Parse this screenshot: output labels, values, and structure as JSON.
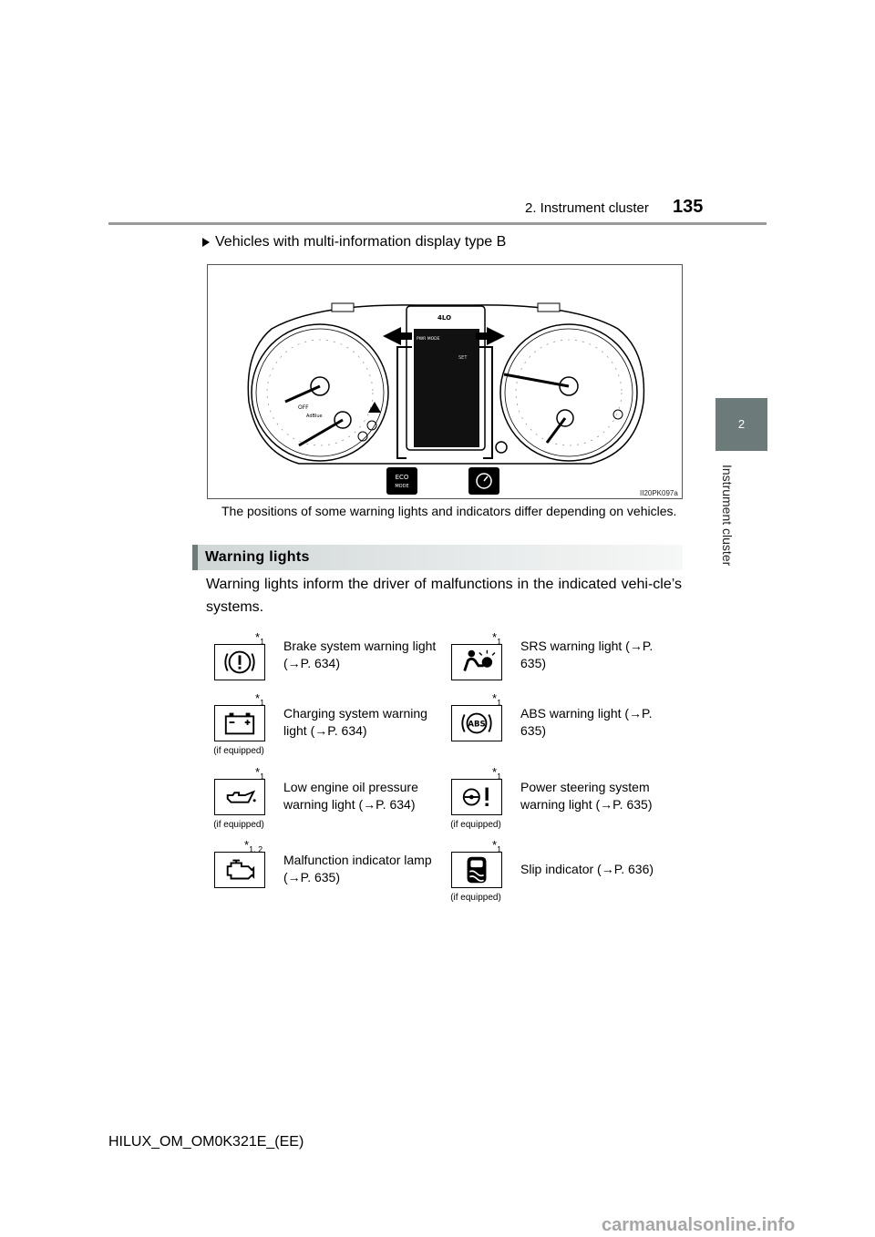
{
  "header": {
    "chapter": "2. Instrument cluster",
    "page_number": "135"
  },
  "side_tab": {
    "number": "2",
    "label": "Instrument cluster"
  },
  "bullet": {
    "text": "Vehicles with multi-information display type B"
  },
  "figure": {
    "code": "II20PK097a",
    "lcd_top": "4LO",
    "lcd_pwr": "PWR MODE",
    "lcd_set": "SET",
    "gauge_off": "OFF",
    "gauge_adblue": "AdBlue",
    "eco_line1": "ECO",
    "eco_line2": "MODE"
  },
  "caption": "The positions of some warning lights and indicators differ depending on vehicles.",
  "section": {
    "title": "Warning lights"
  },
  "body": "Warning lights inform the driver of malfunctions in the indicated vehi-cle’s systems.",
  "warning_lights": [
    {
      "mark": "*",
      "sub": "1",
      "note": "",
      "label": "Brake system warning light (→P. 634)",
      "icon": "brake-warning-icon"
    },
    {
      "mark": "*",
      "sub": "1",
      "note": "",
      "label": "SRS warning light (→P. 635)",
      "icon": "srs-airbag-icon"
    },
    {
      "mark": "*",
      "sub": "1",
      "note": "(if equipped)",
      "label": "Charging system warning light (→P. 634)",
      "icon": "battery-icon"
    },
    {
      "mark": "*",
      "sub": "1",
      "note": "",
      "label": "ABS warning light (→P. 635)",
      "icon": "abs-icon"
    },
    {
      "mark": "*",
      "sub": "1",
      "note": "(if equipped)",
      "label": "Low engine oil pressure warning light (→P. 634)",
      "icon": "oil-can-icon"
    },
    {
      "mark": "*",
      "sub": "1",
      "note": "(if equipped)",
      "label": "Power steering system warning light (→P. 635)",
      "icon": "steering-warning-icon"
    },
    {
      "mark": "*",
      "sub": "1, 2",
      "note": "",
      "label": "Malfunction indicator lamp (→P. 635)",
      "icon": "engine-check-icon"
    },
    {
      "mark": "*",
      "sub": "1",
      "note": "(if equipped)",
      "label": "Slip indicator (→P. 636)",
      "icon": "slip-indicator-icon"
    }
  ],
  "footer": {
    "code": "HILUX_OM_OM0K321E_(EE)"
  },
  "watermark": {
    "text": "carmanualsonline.info"
  }
}
